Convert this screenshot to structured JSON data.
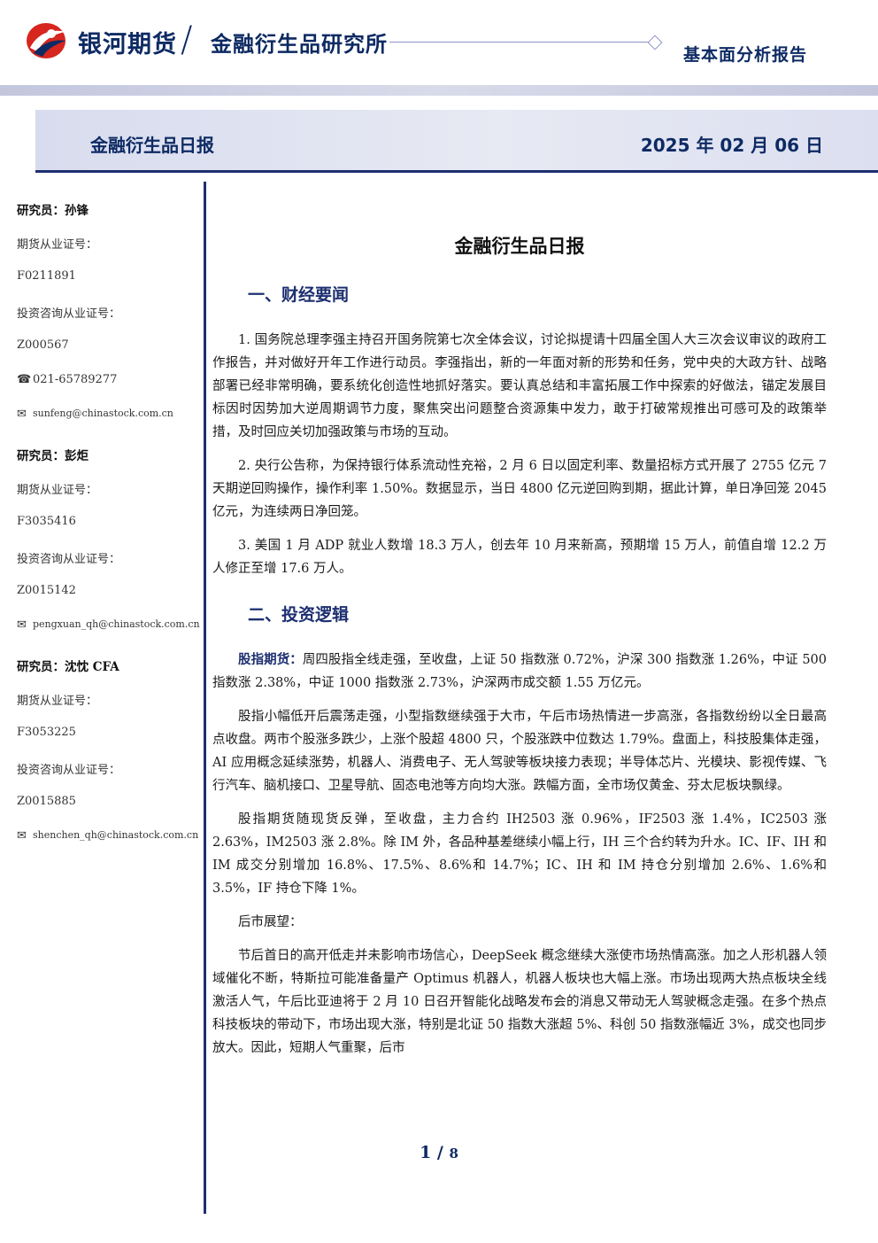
{
  "header": {
    "brand": "银河期货",
    "slash": "/",
    "institute": "金融衍生品研究所",
    "report_type": "基本面分析报告"
  },
  "banner": {
    "title": "金融衍生品日报",
    "date": "2025 年 02 月 06 日"
  },
  "sidebar": {
    "analysts": [
      {
        "name": "研究员：孙锋",
        "futures_label": "期货从业证号：",
        "futures_id": "F0211891",
        "consult_label": "投资咨询从业证号：",
        "consult_id": "Z000567",
        "phone": "021-65789277",
        "email": "sunfeng@chinastock.com.cn"
      },
      {
        "name": "研究员：彭炬",
        "futures_label": "期货从业证号：",
        "futures_id": "F3035416",
        "consult_label": "投资咨询从业证号：",
        "consult_id": "Z0015142",
        "email": "pengxuan_qh@chinastock.com.cn"
      },
      {
        "name": "研究员：沈忱  CFA",
        "futures_label": "期货从业证号：",
        "futures_id": "F3053225",
        "consult_label": "投资咨询从业证号：",
        "consult_id": "Z0015885",
        "email": "shenchen_qh@chinastock.com.cn"
      }
    ],
    "phone_icon": "☎",
    "email_icon": "✉"
  },
  "main": {
    "title": "金融衍生品日报",
    "section1": "一、财经要闻",
    "news": [
      "1. 国务院总理李强主持召开国务院第七次全体会议，讨论拟提请十四届全国人大三次会议审议的政府工作报告，并对做好开年工作进行动员。李强指出，新的一年面对新的形势和任务，党中央的大政方针、战略部署已经非常明确，要系统化创造性地抓好落实。要认真总结和丰富拓展工作中探索的好做法，锚定发展目标因时因势加大逆周期调节力度，聚焦突出问题整合资源集中发力，敢于打破常规推出可感可及的政策举措，及时回应关切加强政策与市场的互动。",
      "2. 央行公告称，为保持银行体系流动性充裕，2 月 6 日以固定利率、数量招标方式开展了 2755 亿元 7 天期逆回购操作，操作利率 1.50%。数据显示，当日 4800 亿元逆回购到期，据此计算，单日净回笼 2045 亿元，为连续两日净回笼。",
      "3. 美国 1 月 ADP 就业人数增 18.3 万人，创去年 10 月来新高，预期增 15 万人，前值自增 12.2 万人修正至增 17.6 万人。"
    ],
    "section2": "二、投资逻辑",
    "logic_label": "股指期货：",
    "logic_first": "周四股指全线走强，至收盘，上证 50 指数涨 0.72%，沪深 300 指数涨 1.26%，中证 500 指数涨 2.38%，中证 1000 指数涨 2.73%，沪深两市成交额 1.55 万亿元。",
    "logic_paras": [
      "股指小幅低开后震荡走强，小型指数继续强于大市，午后市场热情进一步高涨，各指数纷纷以全日最高点收盘。两市个股涨多跌少，上涨个股超 4800 只，个股涨跌中位数达 1.79%。盘面上，科技股集体走强，AI 应用概念延续涨势，机器人、消费电子、无人驾驶等板块接力表现；半导体芯片、光模块、影视传媒、飞行汽车、脑机接口、卫星导航、固态电池等方向均大涨。跌幅方面，全市场仅黄金、芬太尼板块飘绿。",
      "股指期货随现货反弹，至收盘，主力合约 IH2503 涨 0.96%，IF2503 涨 1.4%，IC2503 涨 2.63%，IM2503 涨 2.8%。除 IM 外，各品种基差继续小幅上行，IH 三个合约转为升水。IC、IF、IH 和 IM 成交分别增加 16.8%、17.5%、8.6%和 14.7%；IC、IH 和 IM 持仓分别增加 2.6%、1.6%和 3.5%，IF 持仓下降 1%。",
      "后市展望：",
      "节后首日的高开低走并未影响市场信心，DeepSeek 概念继续大涨使市场热情高涨。加之人形机器人领域催化不断，特斯拉可能准备量产 Optimus 机器人，机器人板块也大幅上涨。市场出现两大热点板块全线激活人气，午后比亚迪将于 2 月 10 日召开智能化战略发布会的消息又带动无人驾驶概念走强。在多个热点科技板块的带动下，市场出现大涨，特别是北证 50 指数大涨超 5%、科创 50 指数涨幅近 3%，成交也同步放大。因此，短期人气重聚，后市"
    ]
  },
  "footer": {
    "page": "1",
    "sep": " / ",
    "total": "8"
  },
  "colors": {
    "navy": "#0d2a63",
    "rule": "#1d2f70",
    "logo_red": "#d6261e"
  }
}
